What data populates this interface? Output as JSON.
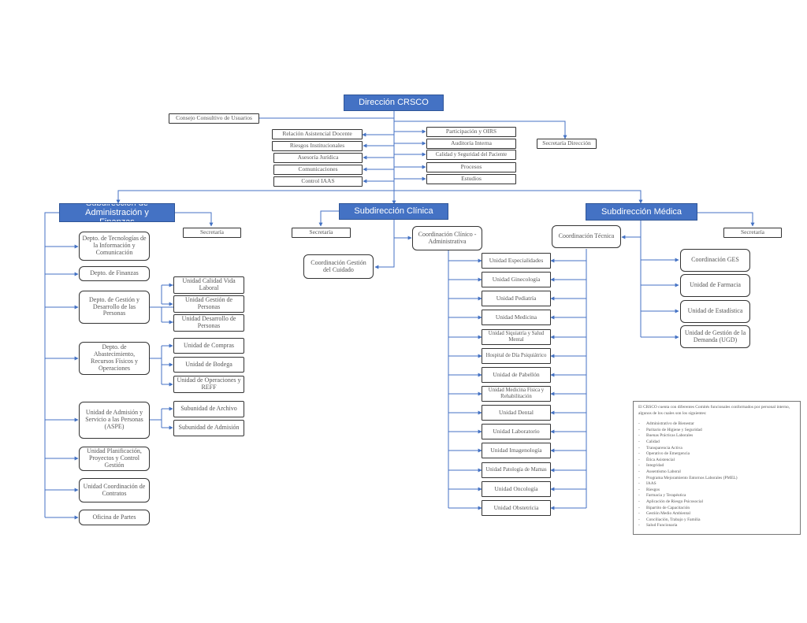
{
  "direccion": "Dirección CRSCO",
  "top": {
    "consejo": "Consejo Consultivo de Usuarios",
    "left_boxes": [
      "Relación Asistencial Docente",
      "Riesgos Institucionales",
      "Asesoría Jurídica",
      "Comunicaciones",
      "Control IAAS"
    ],
    "right_boxes": [
      "Participación y OIRS",
      "Auditoría Interna",
      "Calidad y Seguridad del Paciente",
      "Procesos",
      "Estudios"
    ],
    "secretaria_direccion": "Secretaría Dirección"
  },
  "adm": {
    "title": "Subdirección de Administración y Finanzas",
    "secretaria": "Secretaría",
    "tics": "Depto. de Tecnologías de la Información y Comunicación",
    "finanzas": "Depto. de Finanzas",
    "gestion": "Depto. de Gestión y Desarrollo de las Personas",
    "calidad_vida": "Unidad Calidad Vida Laboral",
    "gestion_personas": "Unidad Gestión de Personas",
    "desarrollo_personas": "Unidad Desarrollo de Personas",
    "abastecimiento": "Depto. de Abastecimiento, Recursos Físicos y Operaciones",
    "compras": "Unidad de Compras",
    "bodega": "Unidad de Bodega",
    "operaciones": "Unidad de Operaciones y REFF",
    "admision": "Unidad de Admisión y Servicio a las Personas (ASPE)",
    "archivo": "Subunidad de Archivo",
    "sub_admision": "Subunidad de Admisión",
    "planificacion": "Unidad Planificación, Proyectos y Control Gestión",
    "contratos": "Unidad Coordinación de Contratos",
    "partes": "Oficina de Partes"
  },
  "clin": {
    "title": "Subdirección Clínica",
    "secretaria": "Secretaría",
    "gestion_cuidado": "Coordinación Gestión del Cuidado",
    "coord_clinico": "Coordinación Clínico - Administrativa",
    "units": [
      "Unidad Especialidades",
      "Unidad Ginecología",
      "Unidad Pediatría",
      "Unidad Medicina",
      "Unidad Siquiatría y Salud Mental",
      "Hospital de Día Psiquiátrico",
      "Unidad de Pabellón",
      "Unidad Medicina Física y Rehabilitación",
      "Unidad Dental",
      "Unidad Laboratorio",
      "Unidad Imagenología",
      "Unidad Patología de Mamas",
      "Unidad Oncología",
      "Unidad Obstetricia"
    ]
  },
  "med": {
    "title": "Subdirección Médica",
    "secretaria": "Secretaría",
    "coord_tecnica": "Coordinación Técnica",
    "ges": "Coordinación GES",
    "farmacia": "Unidad de Farmacia",
    "estadistica": "Unidad de Estadística",
    "ugd": "Unidad de Gestión de la Demanda (UGD)"
  },
  "comites": {
    "intro": "El CRSCO cuenta con diferentes Comités funcionales conformados por personal interno, algunos de los cuales son los siguientes:",
    "items": [
      "Administrativo de Bienestar",
      "Paritario de Higiene y Seguridad",
      "Buenas Prácticas Laborales",
      "Calidad",
      "Transparencia Activa",
      "Operativo de Emergencia",
      "Ética Asistencial",
      "Integridad",
      "Ausentismo Laboral",
      "Programa Mejoramiento Entornos Laborales (PMEL)",
      "IAAS",
      "Riesgos",
      "Farmacia y Terapéutica",
      "Aplicación de Riesgo Psicosocial",
      "Bipartito de Capacitación",
      "Gestión Medio Ambiental",
      "Conciliación, Trabajo y Familia",
      "Salud Funcionaria"
    ]
  },
  "colors": {
    "header_fill": "#4472c4",
    "connector": "#4472c4",
    "box_border": "#333333"
  }
}
